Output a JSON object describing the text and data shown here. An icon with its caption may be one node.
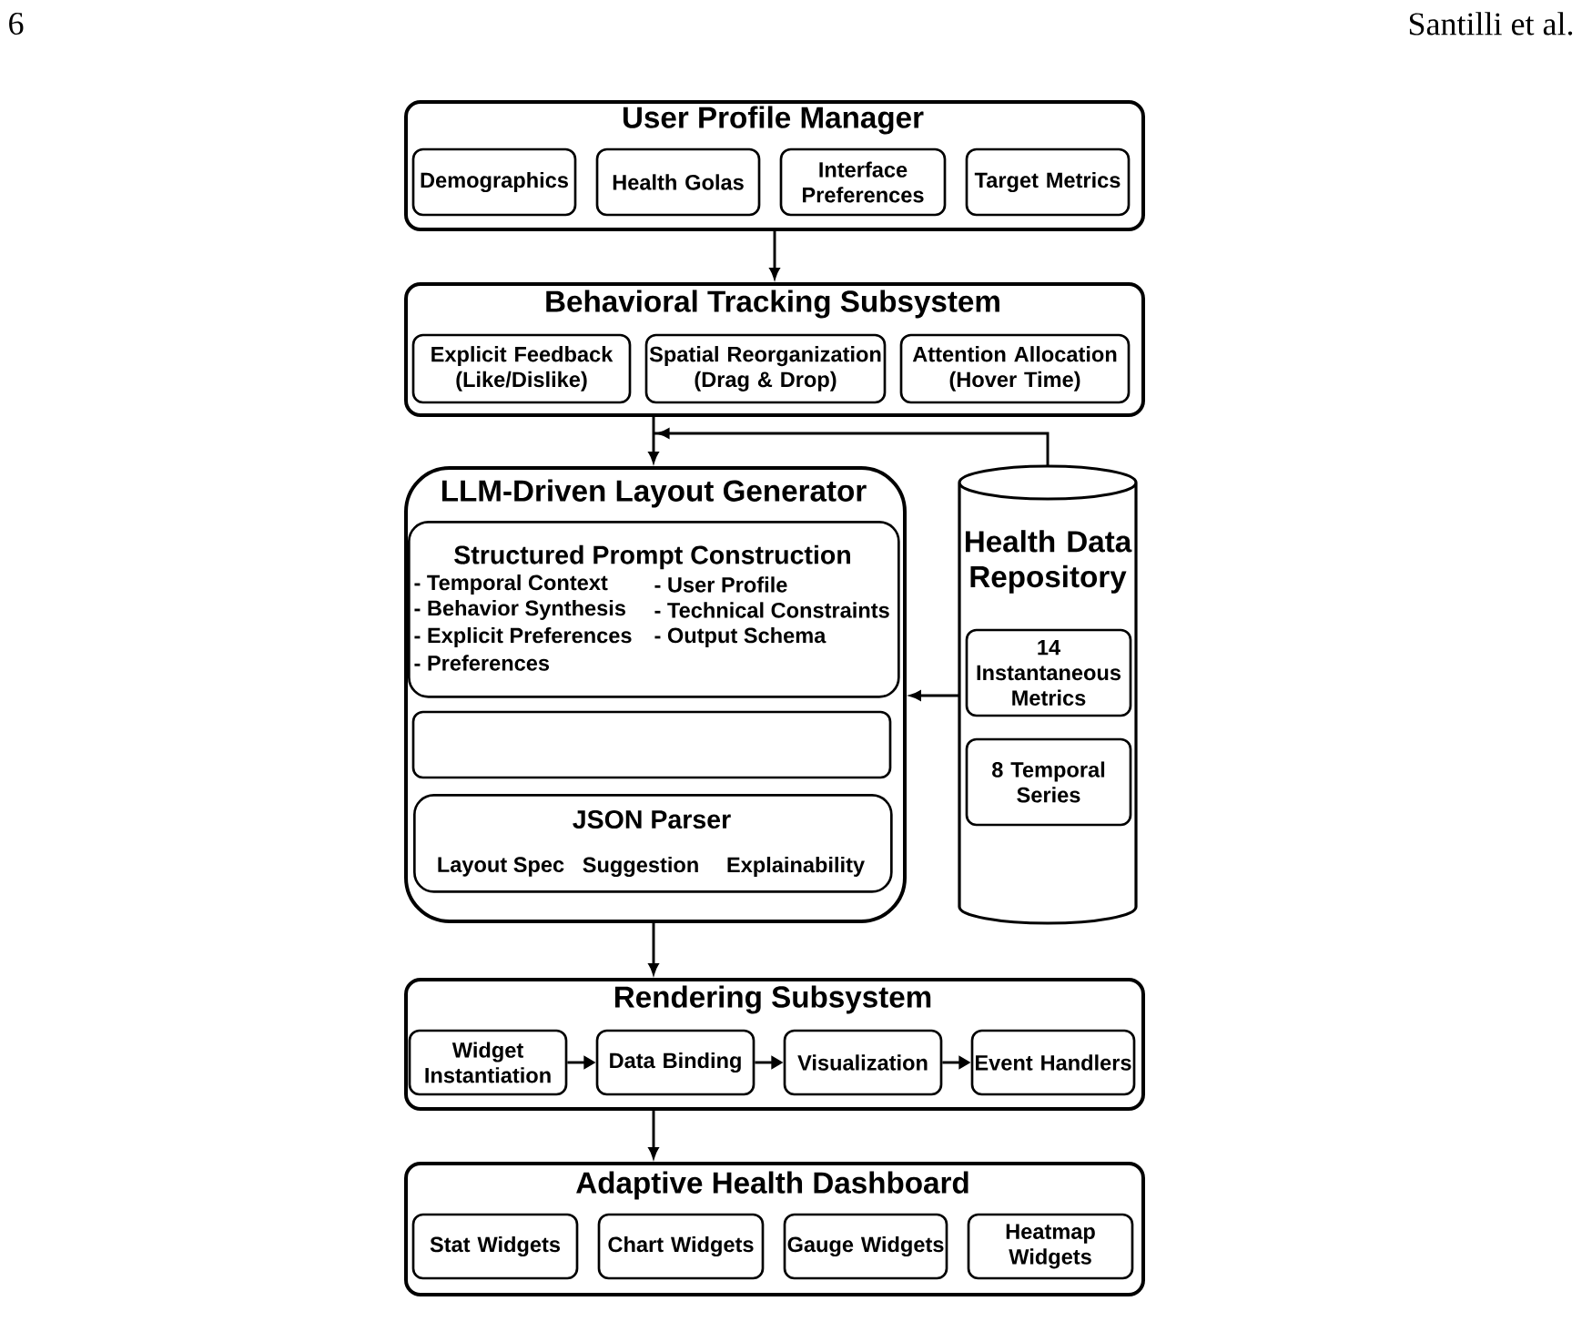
{
  "diagram": {
    "nodes": [
      {
        "text": [
          "User Profile Manager"
        ]
      },
      {
        "text": [
          "Demographics"
        ],
        "in": 0
      },
      {
        "text": [
          "Health Golas"
        ],
        "in": 0
      },
      {
        "text": [
          "Interface Preferences"
        ],
        "in": 0
      },
      {
        "text": [
          "Target Metrics"
        ],
        "in": 0
      },
      {
        "text": [
          "Behavioral Tracking Subsystem"
        ]
      },
      {
        "text": [
          "Explicit Feedback (Like/Dislike)"
        ],
        "in": 5
      },
      {
        "text": [
          "Spatial Reorganization (Drag & Drop)"
        ],
        "in": 5
      },
      {
        "text": [
          "Attention Allocation (Hover Time)"
        ],
        "in": 5
      },
      {
        "text": [
          "LLM-Driven Layout Generator"
        ]
      },
      {
        "text": [
          "Structured Prompt Construction",
          "- Temporal Context",
          "- User Profile",
          "- Behavior Synthesis",
          "- Technical Constraints",
          "- Explicit Preferences",
          "- Output Schema",
          "- Preferences"
        ],
        "in": 9
      },
      {
        "text": [],
        "shape": "box",
        "in": 9
      },
      {
        "text": [
          "JSON Parser",
          "Layout Spec",
          "Suggestion",
          "Explainability"
        ],
        "in": 9
      },
      {
        "text": [
          "Health Data Repository"
        ]
      },
      {
        "text": [
          "14 Instantaneous Metrics"
        ],
        "in": 13
      },
      {
        "text": [
          "8 Temporal Series"
        ],
        "in": 13
      },
      {
        "text": [
          "Rendering Subsystem"
        ]
      },
      {
        "text": [
          "Widget Instantiation"
        ],
        "in": 16
      },
      {
        "text": [
          "Data Binding"
        ],
        "in": 16
      },
      {
        "text": [
          "Visualization"
        ],
        "in": 16
      },
      {
        "text": [
          "Event Handlers"
        ],
        "in": 16
      },
      {
        "text": [
          "Adaptive Health Dashboard"
        ]
      },
      {
        "text": [
          "Stat Widgets"
        ],
        "in": 21
      },
      {
        "text": [
          "Chart Widgets"
        ],
        "in": 21
      },
      {
        "text": [
          "Gauge Widgets"
        ],
        "in": 21
      },
      {
        "text": [
          "Heatmap Widgets"
        ],
        "in": 21
      }
    ],
    "edges": [
      {
        "from": 0,
        "to": 5,
        "arrow": "to"
      },
      {
        "from": 5,
        "to": 9,
        "arrow": "to"
      },
      {
        "from": 13,
        "to": 9,
        "arrow": "to"
      },
      {
        "from": 13,
        "to": 9,
        "arrow": "to"
      },
      {
        "from": 9,
        "to": 16,
        "arrow": "to"
      },
      {
        "from": 17,
        "to": 18,
        "arrow": "to"
      },
      {
        "from": 18,
        "to": 19,
        "arrow": "to"
      },
      {
        "from": 19,
        "to": 20,
        "arrow": "to"
      },
      {
        "from": 16,
        "to": 21,
        "arrow": "to"
      }
    ],
    "labels": [
      "6",
      "Santilli et al."
    ]
  }
}
